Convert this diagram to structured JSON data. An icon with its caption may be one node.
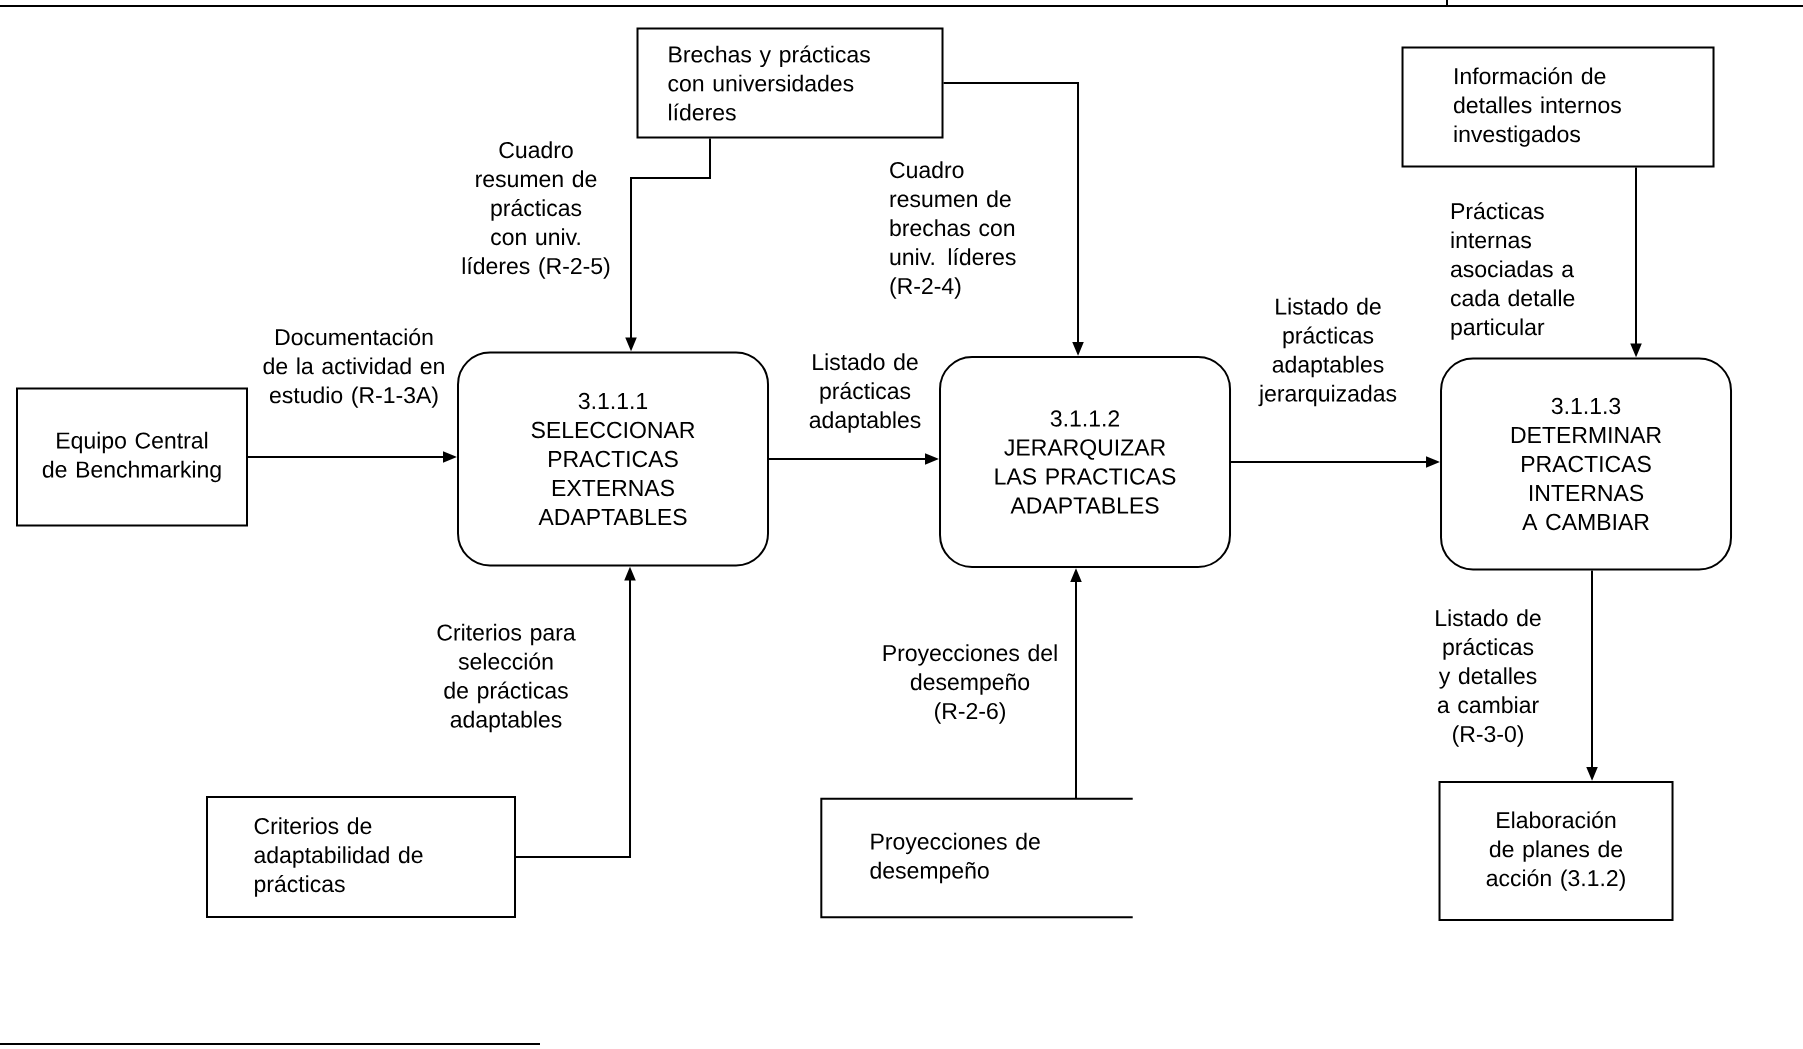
{
  "diagram": {
    "nodes": [
      {
        "text": [
          "Equipo Central de Benchmarking"
        ]
      },
      {
        "text": [
          "Brechas y prácticas con universidades líderes"
        ]
      },
      {
        "text": [
          "Información de detalles internos investigados"
        ]
      },
      {
        "text": [
          "3.1.1.1",
          "SELECCIONAR PRACTICAS EXTERNAS ADAPTABLES"
        ]
      },
      {
        "text": [
          "3.1.1.2",
          "JERARQUIZAR LAS PRACTICAS ADAPTABLES"
        ]
      },
      {
        "text": [
          "3.1.1.3",
          "DETERMINAR PRACTICAS INTERNAS A CAMBIAR"
        ]
      },
      {
        "text": [
          "Criterios de adaptabilidad de prácticas"
        ]
      },
      {
        "text": [
          "Proyecciones de desempeño"
        ]
      },
      {
        "text": [
          "Elaboración de planes de acción (3.1.2)"
        ]
      }
    ],
    "edges": [
      {
        "from": 0,
        "to": 3,
        "arrow": "to",
        "label": "Documentación de la actividad en estudio (R-1-3A)"
      },
      {
        "from": 1,
        "to": 3,
        "arrow": "to",
        "label": "Cuadro resumen de prácticas con univ. líderes (R-2-5)"
      },
      {
        "from": 1,
        "to": 4,
        "arrow": "to",
        "label": "Cuadro resumen de brechas con univ. líderes (R-2-4)"
      },
      {
        "from": 3,
        "to": 4,
        "arrow": "to",
        "label": "Listado de prácticas adaptables"
      },
      {
        "from": 4,
        "to": 5,
        "arrow": "to",
        "label": "Listado de prácticas adaptables jerarquizadas"
      },
      {
        "from": 2,
        "to": 5,
        "arrow": "to",
        "label": "Prácticas internas asociadas a cada detalle particular"
      },
      {
        "from": 6,
        "to": 3,
        "arrow": "to",
        "label": "Criterios para selección de prácticas adaptables"
      },
      {
        "from": 7,
        "to": 4,
        "arrow": "to",
        "label": "Proyecciones del desempeño (R-2-6)"
      },
      {
        "from": 5,
        "to": 8,
        "arrow": "to",
        "label": "Listado de prácticas y detalles a cambiar (R-3-0)"
      }
    ]
  }
}
